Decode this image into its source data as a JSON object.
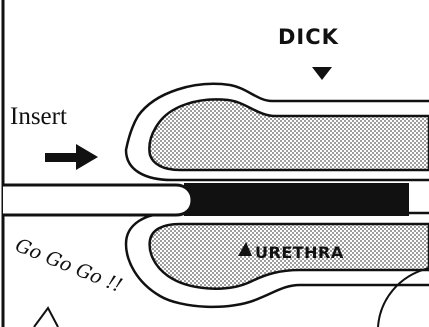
{
  "labels": {
    "dick": "DICK",
    "insert": "Insert",
    "urethra": "URETHRA",
    "go_go_go": "Go Go Go !!"
  },
  "colors": {
    "ink": "#111111",
    "paper": "#ffffff",
    "screentone": "#5a5a5a"
  },
  "icons": {
    "arrow_down": "triangle-down-icon",
    "arrow_right": "thick-arrow-right-icon",
    "arrow_up": "triangle-up-icon"
  }
}
